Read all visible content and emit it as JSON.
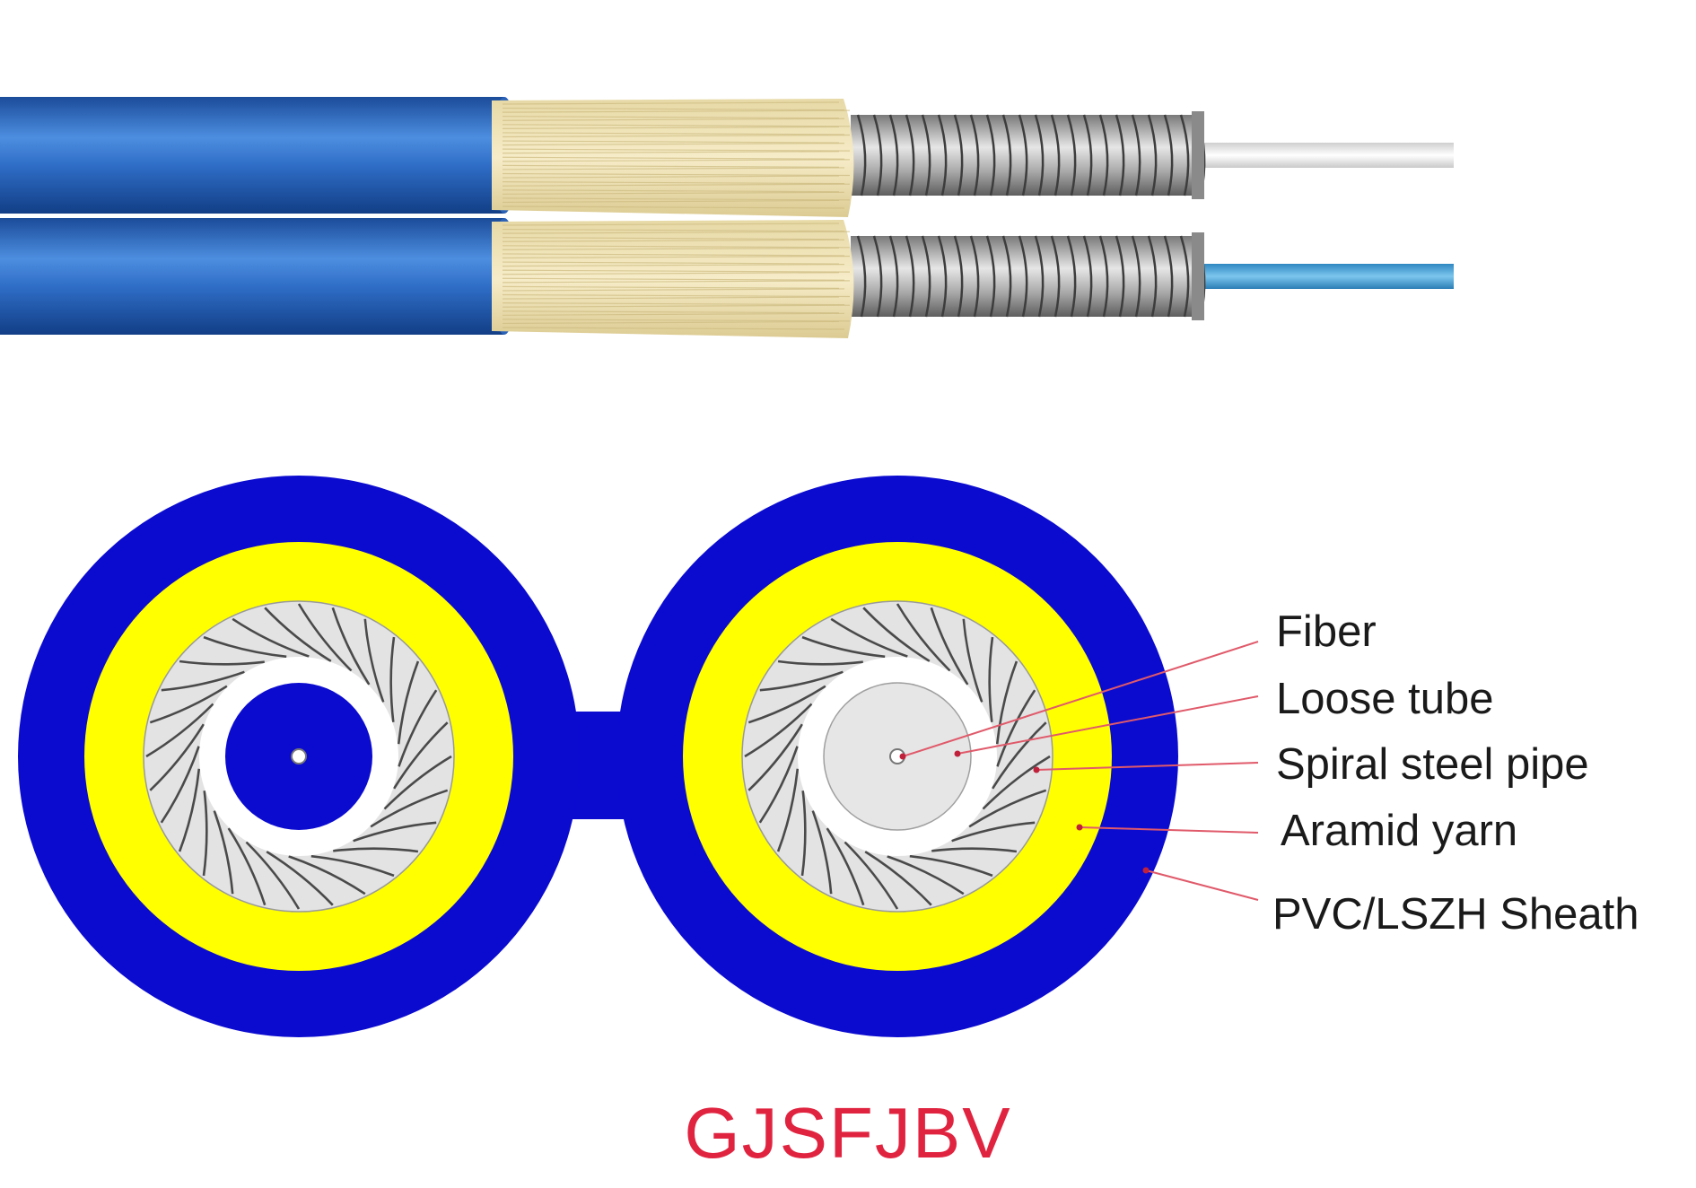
{
  "diagram": {
    "labels": [
      {
        "id": "fiber",
        "text": "Fiber"
      },
      {
        "id": "loose-tube",
        "text": "Loose tube"
      },
      {
        "id": "spiral-steel-pipe",
        "text": "Spiral steel pipe"
      },
      {
        "id": "aramid-yarn",
        "text": "Aramid yarn"
      },
      {
        "id": "sheath",
        "text": "PVC/LSZH Sheath"
      }
    ],
    "model": "GJSFJBV"
  },
  "colors": {
    "sheath": "#0b0bd0",
    "aramid": "#ffff00",
    "steel": "#e3e3e3",
    "steel_line": "#4a4a4a",
    "leader": "#e05a6a",
    "model": "#e02440",
    "cable_blue": "#1c4f9e",
    "yarn": "#f1e4b8",
    "fiber_blue": "#4aa6d8"
  },
  "icons": {
    "cable-side-view": "cable-illustration-icon",
    "cross-section": "cross-section-icon"
  }
}
